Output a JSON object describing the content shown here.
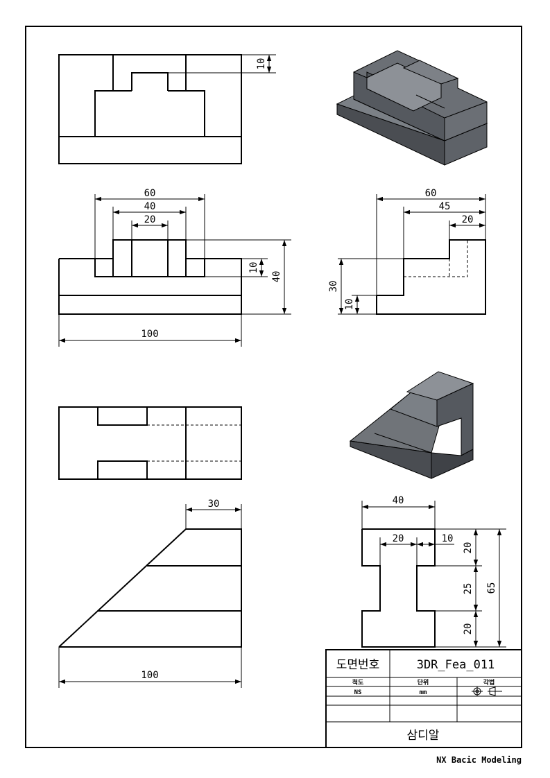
{
  "dimensions": {
    "top_left": {
      "step_height": "10"
    },
    "mid_left": {
      "overall_width": "60",
      "inner_width": "40",
      "slot_width": "20",
      "step_height": "10",
      "total_height": "40",
      "base_length": "100"
    },
    "mid_right": {
      "total_depth": "60",
      "upper_depth": "45",
      "boss_depth": "20",
      "height": "30",
      "base_height": "10"
    },
    "bottom_left": {
      "top_length": "30",
      "base_length": "100"
    },
    "bottom_right": {
      "width": "40",
      "web_width": "20",
      "flange_depth": "10",
      "top_flange": "20",
      "web_height": "25",
      "bottom_flange": "20",
      "total_height": "65"
    }
  },
  "title_block": {
    "drawing_number_label": "도면번호",
    "drawing_number": "3DR_Fea_011",
    "scale_label": "척도",
    "unit_label": "단위",
    "projection_label": "각법",
    "scale_value": "NS",
    "unit_value": "mm",
    "part_name": "삼디알"
  },
  "footer": "NX Bacic Modeling",
  "colors": {
    "line": "#000000",
    "shade_dark": "#4a4d52",
    "shade_mid": "#6b6f75",
    "shade_light": "#8d9197"
  }
}
